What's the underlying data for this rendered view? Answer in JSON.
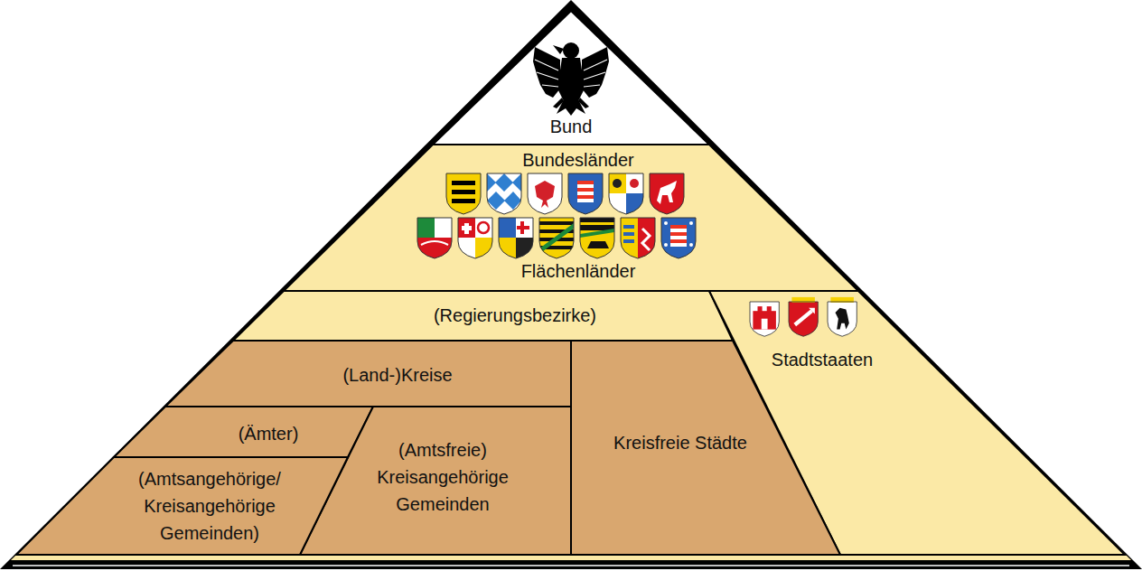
{
  "diagram": {
    "nodes": [
      {
        "text": [
          "Bund"
        ]
      },
      {
        "text": [
          "Bundesländer",
          "Flächenländer"
        ]
      },
      {
        "text": [
          "(Regierungsbezirke)"
        ]
      },
      {
        "text": [
          "Stadtstaaten"
        ]
      },
      {
        "text": [
          "(Land-)Kreise"
        ]
      },
      {
        "text": [
          "Kreisfreie Städte"
        ]
      },
      {
        "text": [
          "(Ämter)"
        ]
      },
      {
        "text": [
          "(Amtsfreie) Kreisangehörige Gemeinden"
        ]
      },
      {
        "text": [
          "(Amtsangehörige/ Kreisangehörige Gemeinden)"
        ]
      }
    ]
  }
}
